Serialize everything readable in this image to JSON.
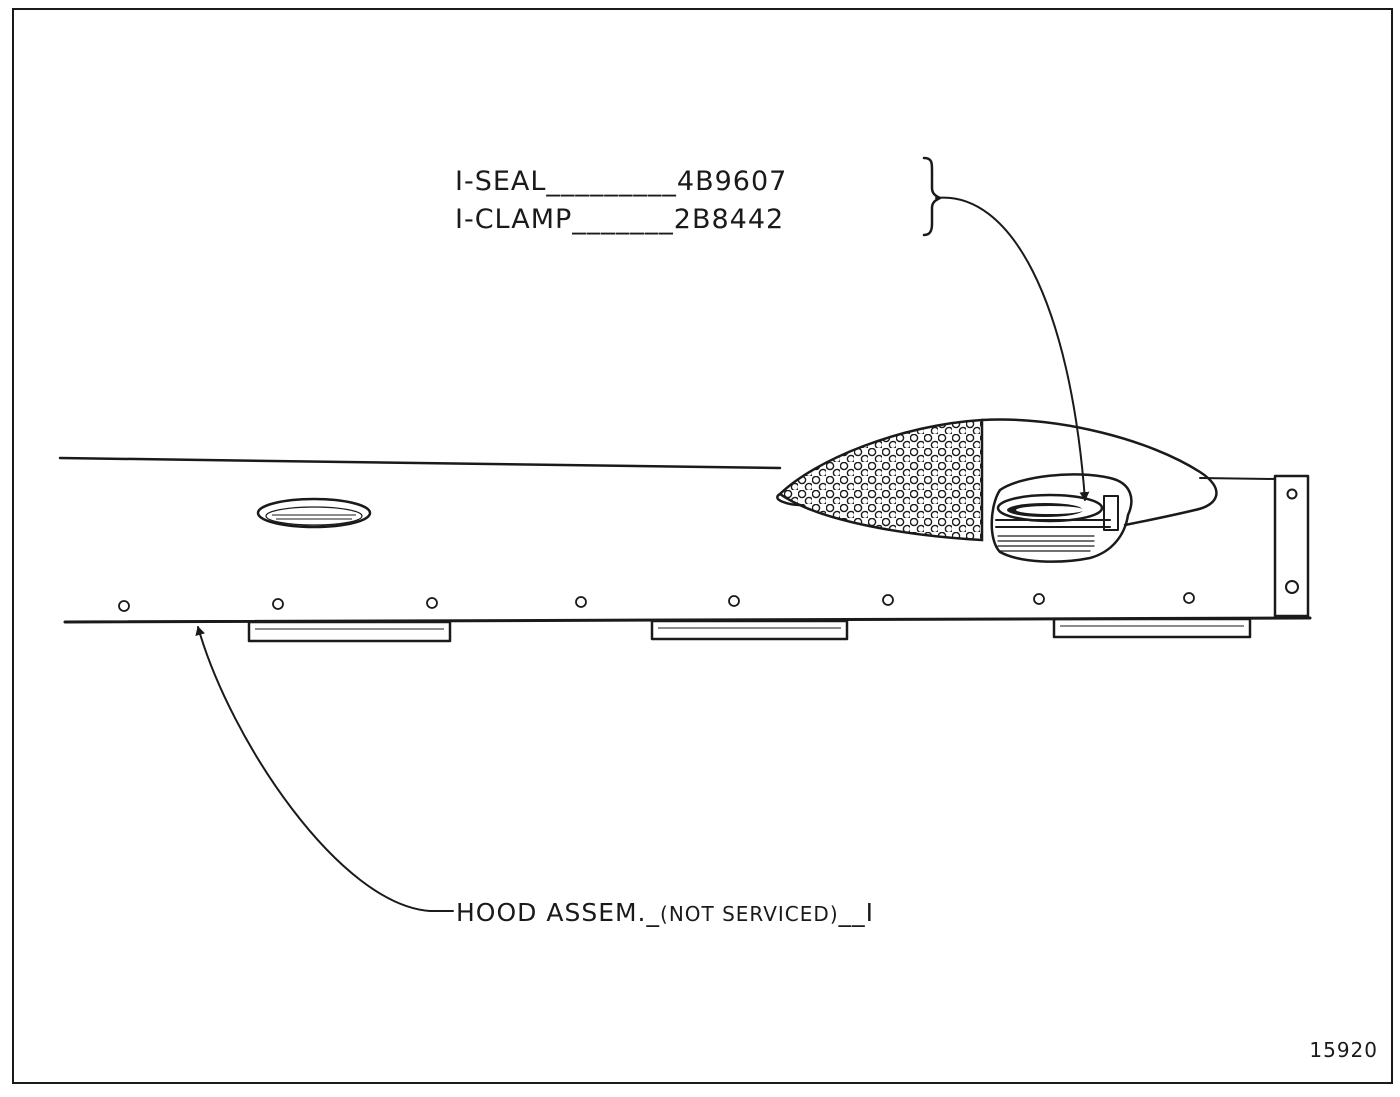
{
  "callouts": {
    "seal": {
      "qty_name": "I-SEAL",
      "leader": "_________",
      "part_no": "4B9607"
    },
    "clamp": {
      "qty_name": "I-CLAMP",
      "leader": "_______",
      "part_no": "2B8442"
    },
    "hood": {
      "name": "HOOD ASSEM.",
      "leader1": "_",
      "note": "(NOT SERVICED)",
      "leader2": "__",
      "qty": "I"
    }
  },
  "figure_number": "15920",
  "colors": {
    "ink": "#1a1a1a",
    "paper": "#ffffff"
  }
}
